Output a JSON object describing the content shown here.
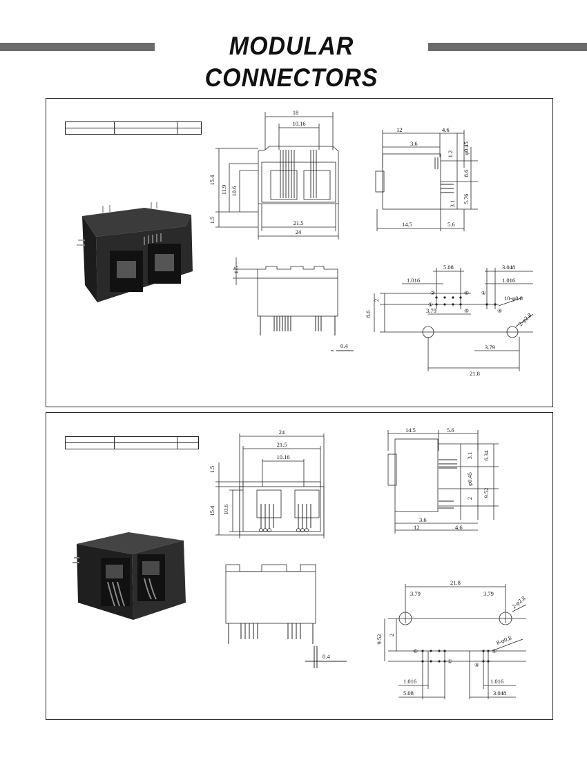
{
  "header": {
    "title": "MODULAR CONNECTORS"
  },
  "panels": [
    {
      "front": {
        "overall_width": "18",
        "pin_span": "10.16",
        "height_total": "15.4",
        "height_body": "11.9",
        "height_inner": "10.6",
        "bottom": "1.5",
        "inner_width": "21.5",
        "outer_width": "24"
      },
      "side": {
        "top_total": "12",
        "top_right": "4.6",
        "top_mid": "3.6",
        "pin_gap": "1.2",
        "pin_dia": "φ0.45",
        "upper": "8.6",
        "lower": "5.76",
        "stub": "3.1",
        "depth": "14.5",
        "tail": "5.6"
      },
      "bottom": {
        "tab": "1.5",
        "pin_w": "0.4"
      },
      "footprint": {
        "pitch_a": "5.08",
        "pitch_b": "3.048",
        "off_left": "1.016",
        "off_right": "1.016",
        "row_gap": "2",
        "height": "8.6",
        "to_hole": "3.79",
        "hole_dist": "21.8",
        "hole_right": "3.79",
        "pin_holes": "10-φ0.8",
        "mount_holes": "2-φ2.8",
        "lbl_2": "②",
        "lbl_6": "⑥",
        "lbl_1a": "①",
        "lbl_1b": "①",
        "lbl_5": "⑤",
        "lbl_4": "④"
      }
    },
    {
      "front": {
        "outer_width": "24",
        "inner_width": "21.5",
        "pin_span": "10.16",
        "top": "1.5",
        "height_total": "15.4",
        "height_inner": "10.6"
      },
      "side": {
        "depth": "14.5",
        "tail": "5.6",
        "upper": "3.1",
        "upper_total": "6.34",
        "pin_dia": "φ0.45",
        "pin_gap": "2",
        "lower": "9.52",
        "bot_mid": "3.6",
        "bot_total": "12",
        "bot_right": "4.6"
      },
      "bottom": {
        "pin_w": "0.4"
      },
      "footprint": {
        "hole_dist": "21.8",
        "to_hole": "3.79",
        "hole_right": "3.79",
        "mount_holes": "2-φ2.8",
        "height": "9.52",
        "row_gap": "2",
        "pin_holes": "8-φ0.8",
        "off_left": "1.016",
        "off_right": "1.016",
        "pitch_a": "5.08",
        "pitch_b": "3.048",
        "lbl_6": "⑥",
        "lbl_1a": "①",
        "lbl_1b": "①",
        "lbl_4": "④"
      }
    }
  ]
}
